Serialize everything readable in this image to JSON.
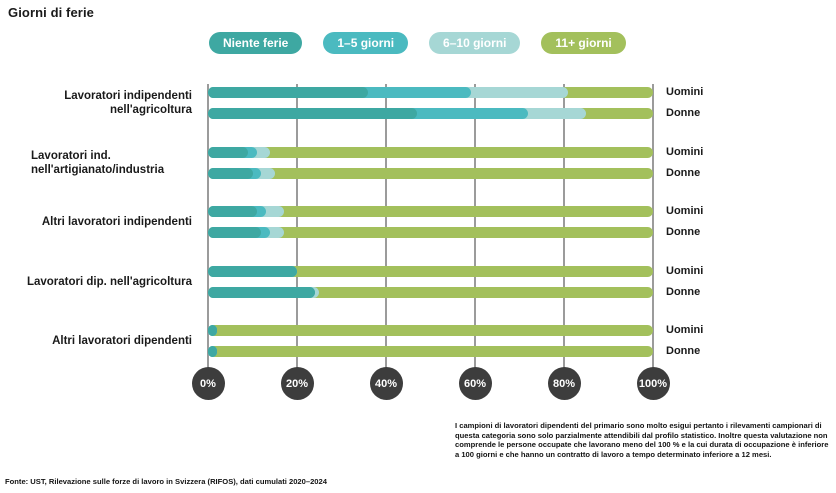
{
  "title": "Giorni di ferie",
  "colors": {
    "niente_ferie": "#3ea8a2",
    "giorni_1_5": "#4bbac0",
    "giorni_6_10": "#a6d7d5",
    "giorni_11_piu": "#a3c05c",
    "axis_circle": "#3d3d3d",
    "gridline": "#9b9b9b",
    "text": "#1a1a1a"
  },
  "legend": [
    {
      "label": "Niente ferie",
      "color": "#3ea8a2"
    },
    {
      "label": "1–5 giorni",
      "color": "#4bbac0"
    },
    {
      "label": "6–10 giorni",
      "color": "#a6d7d5"
    },
    {
      "label": "11+ giorni",
      "color": "#a3c05c"
    }
  ],
  "chart_data": {
    "type": "bar",
    "stacked": true,
    "orientation": "horizontal",
    "xlim": [
      0,
      100
    ],
    "x_ticks": [
      "0%",
      "20%",
      "40%",
      "60%",
      "80%",
      "100%"
    ],
    "grid": true,
    "legend_position": "top",
    "series_labels": [
      "Niente ferie",
      "1–5 giorni",
      "6–10 giorni",
      "11+ giorni"
    ],
    "groups": [
      {
        "label_lines": [
          "Lavoratori indipendenti",
          "nell'agricoltura"
        ],
        "align": "right",
        "bars": [
          {
            "label": "Uomini",
            "values": [
              36,
              23,
              22,
              19
            ]
          },
          {
            "label": "Donne",
            "values": [
              47,
              25,
              13,
              15
            ]
          }
        ]
      },
      {
        "label_lines": [
          "Lavoratori ind.",
          "nell'artigianato/industria"
        ],
        "align": "left",
        "bars": [
          {
            "label": "Uomini",
            "values": [
              9,
              2,
              3,
              86
            ]
          },
          {
            "label": "Donne",
            "values": [
              10,
              2,
              3,
              85
            ]
          }
        ]
      },
      {
        "label_lines": [
          "Altri lavoratori indipendenti"
        ],
        "align": "right",
        "bars": [
          {
            "label": "Uomini",
            "values": [
              11,
              2,
              4,
              83
            ]
          },
          {
            "label": "Donne",
            "values": [
              12,
              2,
              3,
              83
            ]
          }
        ]
      },
      {
        "label_lines": [
          "Lavoratori dip. nell'agricoltura"
        ],
        "align": "right",
        "bars": [
          {
            "label": "Uomini",
            "values": [
              20,
              0,
              0,
              80
            ]
          },
          {
            "label": "Donne",
            "values": [
              24,
              0,
              1,
              75
            ]
          }
        ]
      },
      {
        "label_lines": [
          "Altri lavoratori dipendenti"
        ],
        "align": "right",
        "bars": [
          {
            "label": "Uomini",
            "values": [
              2,
              0,
              0,
              98
            ]
          },
          {
            "label": "Donne",
            "values": [
              2,
              0,
              0,
              98
            ]
          }
        ]
      }
    ]
  },
  "footnote": "I campioni di lavoratori dipendenti del primario sono molto esigui pertanto i rilevamenti campionari di questa categoria sono solo parzialmente attendibili dal profilo statistico. Inoltre questa valutazione non comprende le persone occupate che lavorano meno del 100 % e la cui durata di occupazione è inferiore a 100 giorni e che hanno un contratto di lavoro a tempo determinato inferiore a 12 mesi.",
  "source": "Fonte: UST, Rilevazione sulle forze di lavoro in Svizzera (RIFOS), dati cumulati 2020–2024"
}
